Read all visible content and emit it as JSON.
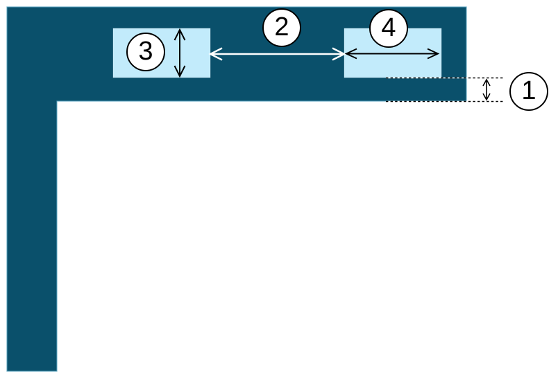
{
  "figure": {
    "type": "measurement-diagram",
    "callouts": {
      "c1": {
        "label": "1"
      },
      "c2": {
        "label": "2"
      },
      "c3": {
        "label": "3"
      },
      "c4": {
        "label": "4"
      }
    },
    "colors": {
      "panel": "#0A506B",
      "item": "#C2EBFB",
      "background": "#FFFFFF",
      "measure_dark": "#000000",
      "measure_light": "#FFFFFF"
    }
  }
}
